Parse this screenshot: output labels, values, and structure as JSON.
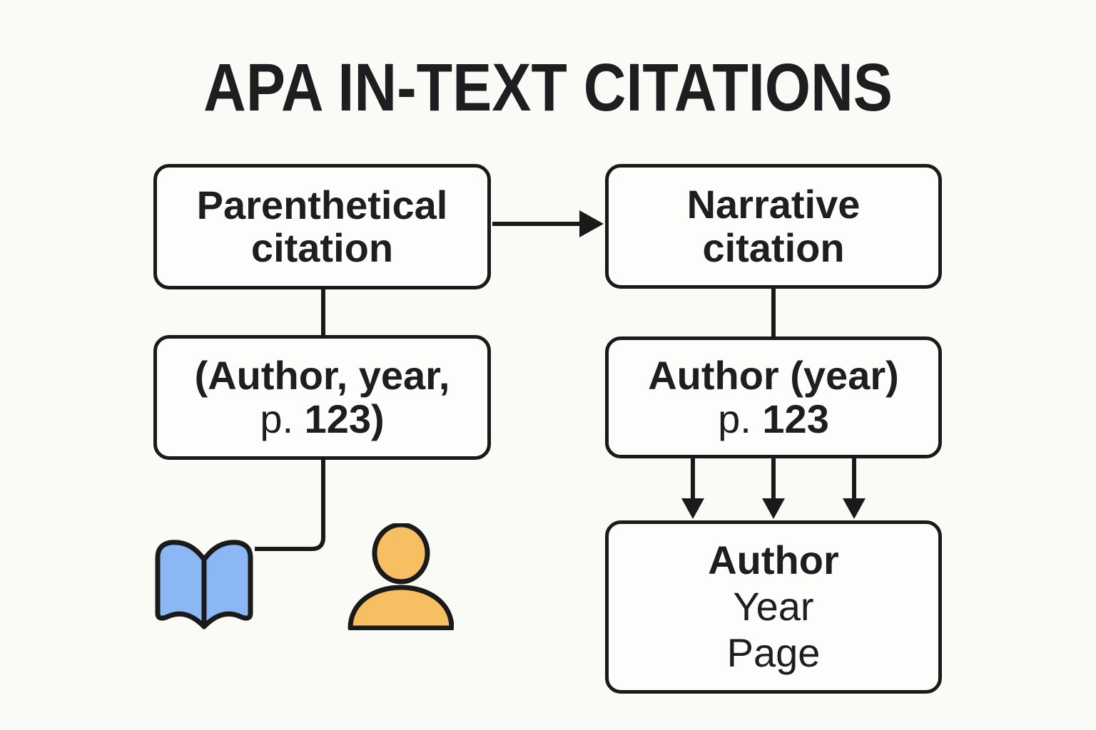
{
  "title": "APA IN-TEXT CITATIONS",
  "boxes": {
    "parenthetical": {
      "text": "Parenthetical\ncitation"
    },
    "narrative": {
      "text": "Narrative\ncitation"
    },
    "parenthetical_example": {
      "line1": "(Author, year,",
      "line2_prefix": "p. ",
      "line2_value": "123)"
    },
    "narrative_example": {
      "line1": "Author (year)",
      "line2_prefix": "p. ",
      "line2_value": "123"
    },
    "elements": {
      "line1": "Author",
      "line2": "Year",
      "line3": "Page"
    }
  },
  "icons": {
    "book": "book-icon",
    "person": "person-icon"
  },
  "colors": {
    "background": "#FAFAF6",
    "box_fill": "#FDFDFC",
    "outline": "#1A1A1A",
    "text": "#1E1E20",
    "book_fill": "#8BB8F5",
    "person_fill": "#F7BF62"
  }
}
